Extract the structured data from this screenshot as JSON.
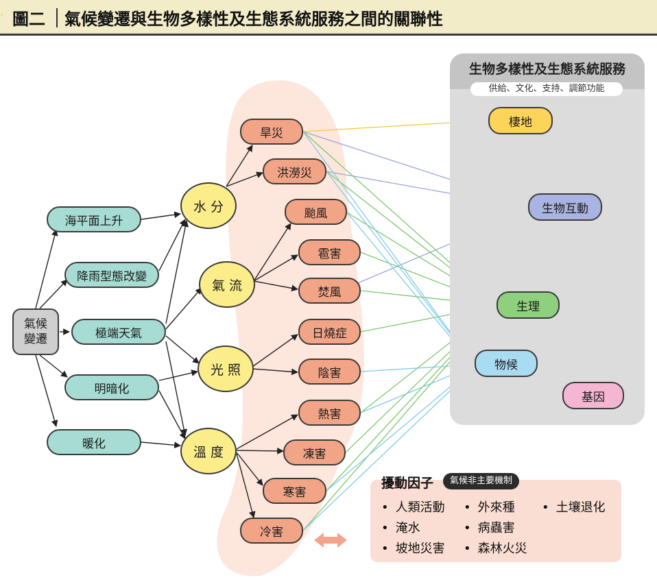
{
  "header": {
    "figure_label": "圖二",
    "title": "氣候變遷與生物多樣性及生態系統服務之間的關聯性"
  },
  "climate_change": {
    "label_line1": "氣候",
    "label_line2": "變遷"
  },
  "drivers": {
    "sea_level": "海平面上升",
    "rainfall": "降雨型態改變",
    "extreme_weather": "極端天氣",
    "dimming": "明暗化",
    "warming": "暖化"
  },
  "factors": {
    "water": "水 分",
    "airflow": "氣 流",
    "light": "光 照",
    "temperature": "溫 度"
  },
  "hazards": {
    "drought": "旱災",
    "flood": "洪澇災",
    "typhoon": "颱風",
    "hail": "雹害",
    "foehn": "焚風",
    "sunburn": "日燒症",
    "shade": "陰害",
    "heat": "熱害",
    "freeze": "凍害",
    "cold": "寒害",
    "chill": "冷害"
  },
  "ecosystem": {
    "title": "生物多樣性及生態系統服務",
    "subtitle": "供給、文化、支持、調節功能",
    "habitat": "棲地",
    "interaction": "生物互動",
    "physiology": "生理",
    "phenology": "物候",
    "genes": "基因"
  },
  "disturbance": {
    "title": "擾動因子",
    "pill": "氣候非主要機制",
    "bullet": "•",
    "items": [
      "人類活動",
      "外來種",
      "土壤退化",
      "淹水",
      "病蟲害",
      "坡地災害",
      "森林火災"
    ]
  },
  "colors": {
    "teal": "#a6dcd4",
    "salmon": "#f2a487",
    "yellow": "#fbee8a",
    "habitat": "#fcd45a",
    "interaction": "#a9b4e2",
    "physiology": "#8fd07e",
    "phenology": "#a9dbf2",
    "genes": "#f5b6d4",
    "header_bg": "#f3ecc9"
  }
}
